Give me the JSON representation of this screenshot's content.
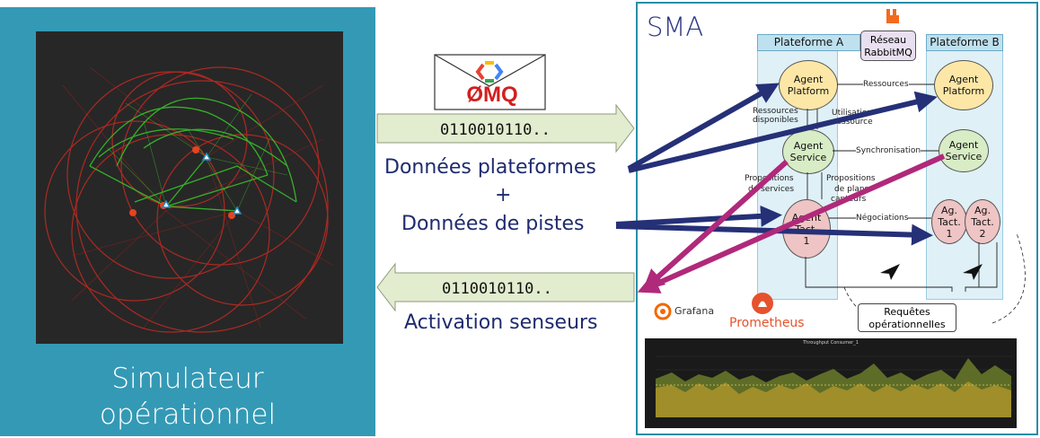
{
  "left_panel": {
    "caption_line1": "Simulateur",
    "caption_line2": "opérationnel"
  },
  "middle": {
    "envelope_logo_text": "ØMQ",
    "top_arrow_bits": "0110010110..",
    "bottom_arrow_bits": "0110010110..",
    "label_platform_data": "Données plateformes",
    "label_plus": "+",
    "label_track_data": "Données de pistes",
    "label_sensor_activation": "Activation senseurs"
  },
  "sma": {
    "title": "SMA",
    "platform_a_label": "Plateforme A",
    "platform_b_label": "Plateforme B",
    "rabbit_label_line1": "Réseau",
    "rabbit_label_line2": "RabbitMQ",
    "nodes": {
      "agent_platform_a_l1": "Agent",
      "agent_platform_a_l2": "Platform",
      "agent_platform_b_l1": "Agent",
      "agent_platform_b_l2": "Platform",
      "agent_service_a_l1": "Agent",
      "agent_service_a_l2": "Service",
      "agent_service_b_l1": "Agent",
      "agent_service_b_l2": "Service",
      "agent_tact_a_l1": "Agent",
      "agent_tact_a_l2": "Tact.",
      "agent_tact_a_l3": "1",
      "ag_tact_b1_l1": "Ag.",
      "ag_tact_b1_l2": "Tact.",
      "ag_tact_b1_l3": "1",
      "ag_tact_b2_l1": "Ag.",
      "ag_tact_b2_l2": "Tact.",
      "ag_tact_b2_l3": "2"
    },
    "edge_labels": {
      "ressources": "Ressources",
      "ressources_disponibles_l1": "Ressources",
      "ressources_disponibles_l2": "disponibles",
      "utilisation_ressource_l1": "Utilisation",
      "utilisation_ressource_l2": "ressource",
      "synchronisation": "Synchronisation",
      "propositions_services_l1": "Propositions",
      "propositions_services_l2": "de services",
      "propositions_plans_l1": "Propositions",
      "propositions_plans_l2": "de plans",
      "propositions_plans_l3": "capteurs",
      "negociations": "Négociations"
    },
    "requetes_l1": "Requêtes",
    "requetes_l2": "opérationnelles",
    "grafana_label": "Grafana",
    "prometheus_label": "Prometheus",
    "chart_title": "Throughput Consumer_1"
  },
  "colors": {
    "sim_panel": "#3499b5",
    "arrow_fill": "#e2eccf",
    "navy_arrow": "#253077",
    "magenta_arrow": "#b0297a",
    "text_blue": "#1f2b6e"
  }
}
